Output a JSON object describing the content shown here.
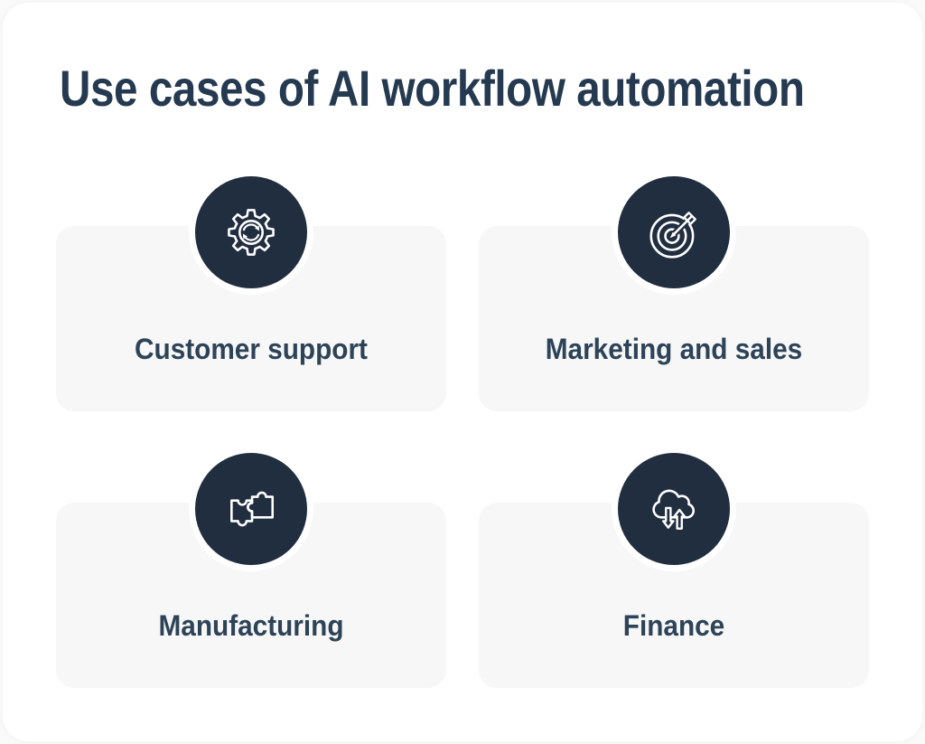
{
  "page": {
    "title": "Use cases of AI workflow automation"
  },
  "colors": {
    "page_background": "#ffffff",
    "outer_background": "#fafafa",
    "card_background": "#f7f7f7",
    "icon_circle": "#212e3f",
    "title_text": "#253a50",
    "label_text": "#2d4357",
    "icon_stroke": "#ffffff"
  },
  "cards": [
    {
      "label": "Customer support",
      "icon": "gear-sync-icon"
    },
    {
      "label": "Marketing and sales",
      "icon": "target-arrow-icon"
    },
    {
      "label": "Manufacturing",
      "icon": "puzzle-icon"
    },
    {
      "label": "Finance",
      "icon": "cloud-transfer-icon"
    }
  ]
}
